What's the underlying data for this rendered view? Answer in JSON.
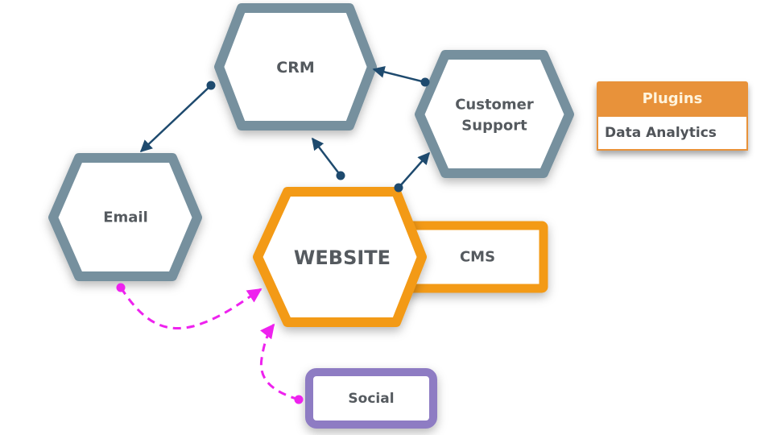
{
  "colors": {
    "hex_border": "#76909e",
    "website_border": "#f39a14",
    "social_border": "#8e7cc3",
    "connector_solid": "#1e4a6e",
    "connector_dashed": "#ee22ee",
    "plugins_header": "#e8923a",
    "label_text": "#555a5f"
  },
  "nodes": {
    "crm": {
      "label": "CRM"
    },
    "customer_support": {
      "label_line1": "Customer",
      "label_line2": "Support"
    },
    "email": {
      "label": "Email"
    },
    "website": {
      "label": "WEBSITE"
    },
    "cms": {
      "label": "CMS"
    },
    "social": {
      "label": "Social"
    }
  },
  "plugins": {
    "title": "Plugins",
    "items": [
      "Data Analytics"
    ]
  },
  "connections": [
    {
      "from": "crm",
      "to": "email",
      "style": "solid"
    },
    {
      "from": "customer_support",
      "to": "crm",
      "style": "solid"
    },
    {
      "from": "website",
      "to": "crm",
      "style": "solid"
    },
    {
      "from": "website",
      "to": "customer_support",
      "style": "solid"
    },
    {
      "from": "email",
      "to": "website",
      "style": "dashed"
    },
    {
      "from": "social",
      "to": "website",
      "style": "dashed"
    }
  ]
}
